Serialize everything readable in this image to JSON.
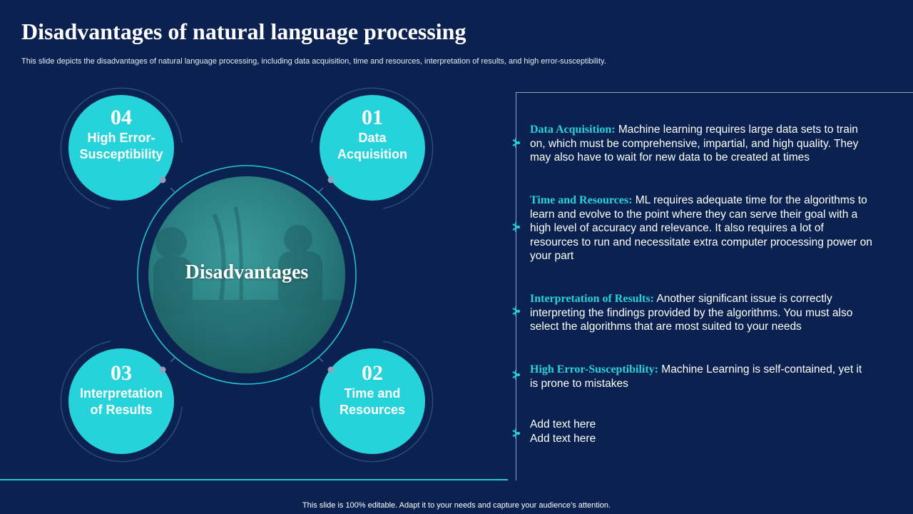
{
  "title": "Disadvantages of natural language processing",
  "subtitle": "This slide depicts the disadvantages of natural language processing, including data acquisition, time and resources, interpretation of results, and high error-susceptibility.",
  "colors": {
    "background": "#0b2250",
    "accent": "#27d3da",
    "ring": "#2a4a82"
  },
  "center_label": "Disadvantages",
  "circles": [
    {
      "number": "04",
      "label_line1": "High Error-",
      "label_line2": "Susceptibility"
    },
    {
      "number": "01",
      "label_line1": "Data",
      "label_line2": "Acquisition"
    },
    {
      "number": "03",
      "label_line1": "Interpretation",
      "label_line2": "of Results"
    },
    {
      "number": "02",
      "label_line1": "Time and",
      "label_line2": "Resources"
    }
  ],
  "items": [
    {
      "heading": "Data Acquisition",
      "body": " Machine learning requires large data sets to train on, which must be comprehensive, impartial, and high quality. They may also have to wait for new data to be created at times"
    },
    {
      "heading": "Time and Resources",
      "body": " ML requires adequate time for the algorithms to learn and evolve to the point where they can serve their goal with a high level of accuracy and relevance. It also requires a lot of resources to run and necessitate extra computer processing power on your part"
    },
    {
      "heading": "Interpretation of Results",
      "body": " Another significant issue is correctly interpreting the findings provided by the algorithms. You must also select the algorithms that are most suited to your needs"
    },
    {
      "heading": "High Error-Susceptibility",
      "body": " Machine Learning is self-contained, yet it is prone to mistakes"
    },
    {
      "line1": "Add text here",
      "line2": "Add text here"
    }
  ],
  "footer": "This slide is 100% editable. Adapt it to your needs and capture your audience’s attention."
}
